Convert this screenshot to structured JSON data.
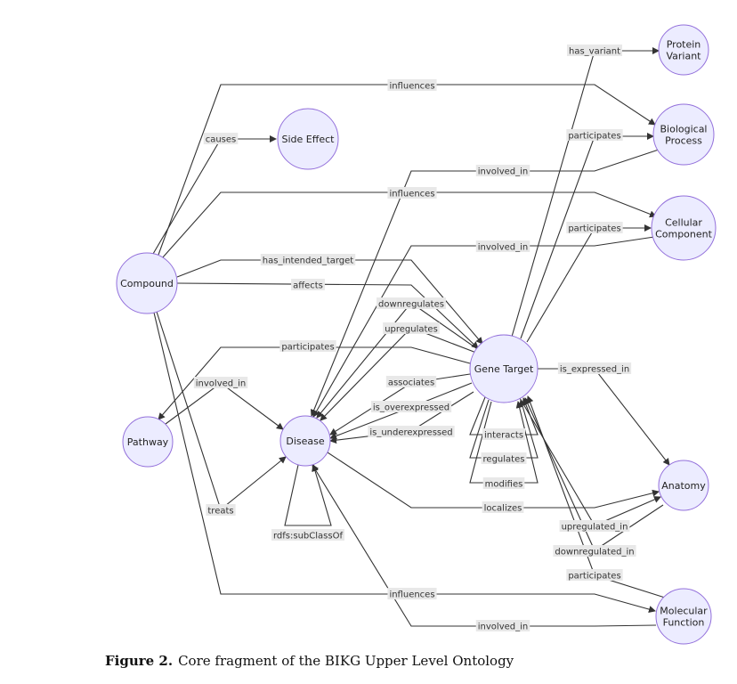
{
  "colors": {
    "node_fill": "#ececff",
    "node_stroke": "#9370db",
    "edge": "#333333",
    "label_bg": "#e8e8e8"
  },
  "nodes": {
    "compound": {
      "lines": [
        "Compound"
      ]
    },
    "side_effect": {
      "lines": [
        "Side Effect"
      ]
    },
    "pathway": {
      "lines": [
        "Pathway"
      ]
    },
    "disease": {
      "lines": [
        "Disease"
      ]
    },
    "gene_target": {
      "lines": [
        "Gene Target"
      ]
    },
    "protein_variant": {
      "lines": [
        "Protein",
        "Variant"
      ]
    },
    "biological_process": {
      "lines": [
        "Biological",
        "Process"
      ]
    },
    "cellular_component": {
      "lines": [
        "Cellular",
        "Component"
      ]
    },
    "anatomy": {
      "lines": [
        "Anatomy"
      ]
    },
    "molecular_function": {
      "lines": [
        "Molecular",
        "Function"
      ]
    }
  },
  "edges": [
    {
      "id": "has-variant",
      "label": "has_variant"
    },
    {
      "id": "compound-influences-bp",
      "label": "influences"
    },
    {
      "id": "causes",
      "label": "causes"
    },
    {
      "id": "gene-participates-bp",
      "label": "participates"
    },
    {
      "id": "bp-involved-disease",
      "label": "involved_in"
    },
    {
      "id": "compound-influences-cc",
      "label": "influences"
    },
    {
      "id": "gene-participates-cc",
      "label": "participates"
    },
    {
      "id": "cc-involved-disease",
      "label": "involved_in"
    },
    {
      "id": "has-intended-target",
      "label": "has_intended_target"
    },
    {
      "id": "affects",
      "label": "affects"
    },
    {
      "id": "downregulates",
      "label": "downregulates"
    },
    {
      "id": "upregulates",
      "label": "upregulates"
    },
    {
      "id": "pathway-participates",
      "label": "participates"
    },
    {
      "id": "pathway-involved-disease",
      "label": "involved_in"
    },
    {
      "id": "is-expressed-in",
      "label": "is_expressed_in"
    },
    {
      "id": "associates",
      "label": "associates"
    },
    {
      "id": "is-overexpressed",
      "label": "is_overexpressed"
    },
    {
      "id": "is-underexpressed",
      "label": "is_underexpressed"
    },
    {
      "id": "interacts",
      "label": "interacts"
    },
    {
      "id": "regulates",
      "label": "regulates"
    },
    {
      "id": "modifies",
      "label": "modifies"
    },
    {
      "id": "treats",
      "label": "treats"
    },
    {
      "id": "localizes",
      "label": "localizes"
    },
    {
      "id": "rdfs-subclassof",
      "label": "rdfs:subClassOf"
    },
    {
      "id": "upregulated-in",
      "label": "upregulated_in"
    },
    {
      "id": "downregulated-in",
      "label": "downregulated_in"
    },
    {
      "id": "mf-participates",
      "label": "participates"
    },
    {
      "id": "compound-influences-mf",
      "label": "influences"
    },
    {
      "id": "mf-involved-disease",
      "label": "involved_in"
    }
  ],
  "caption": {
    "label": "Figure 2.",
    "text": "Core fragment of the BIKG Upper Level Ontology"
  }
}
